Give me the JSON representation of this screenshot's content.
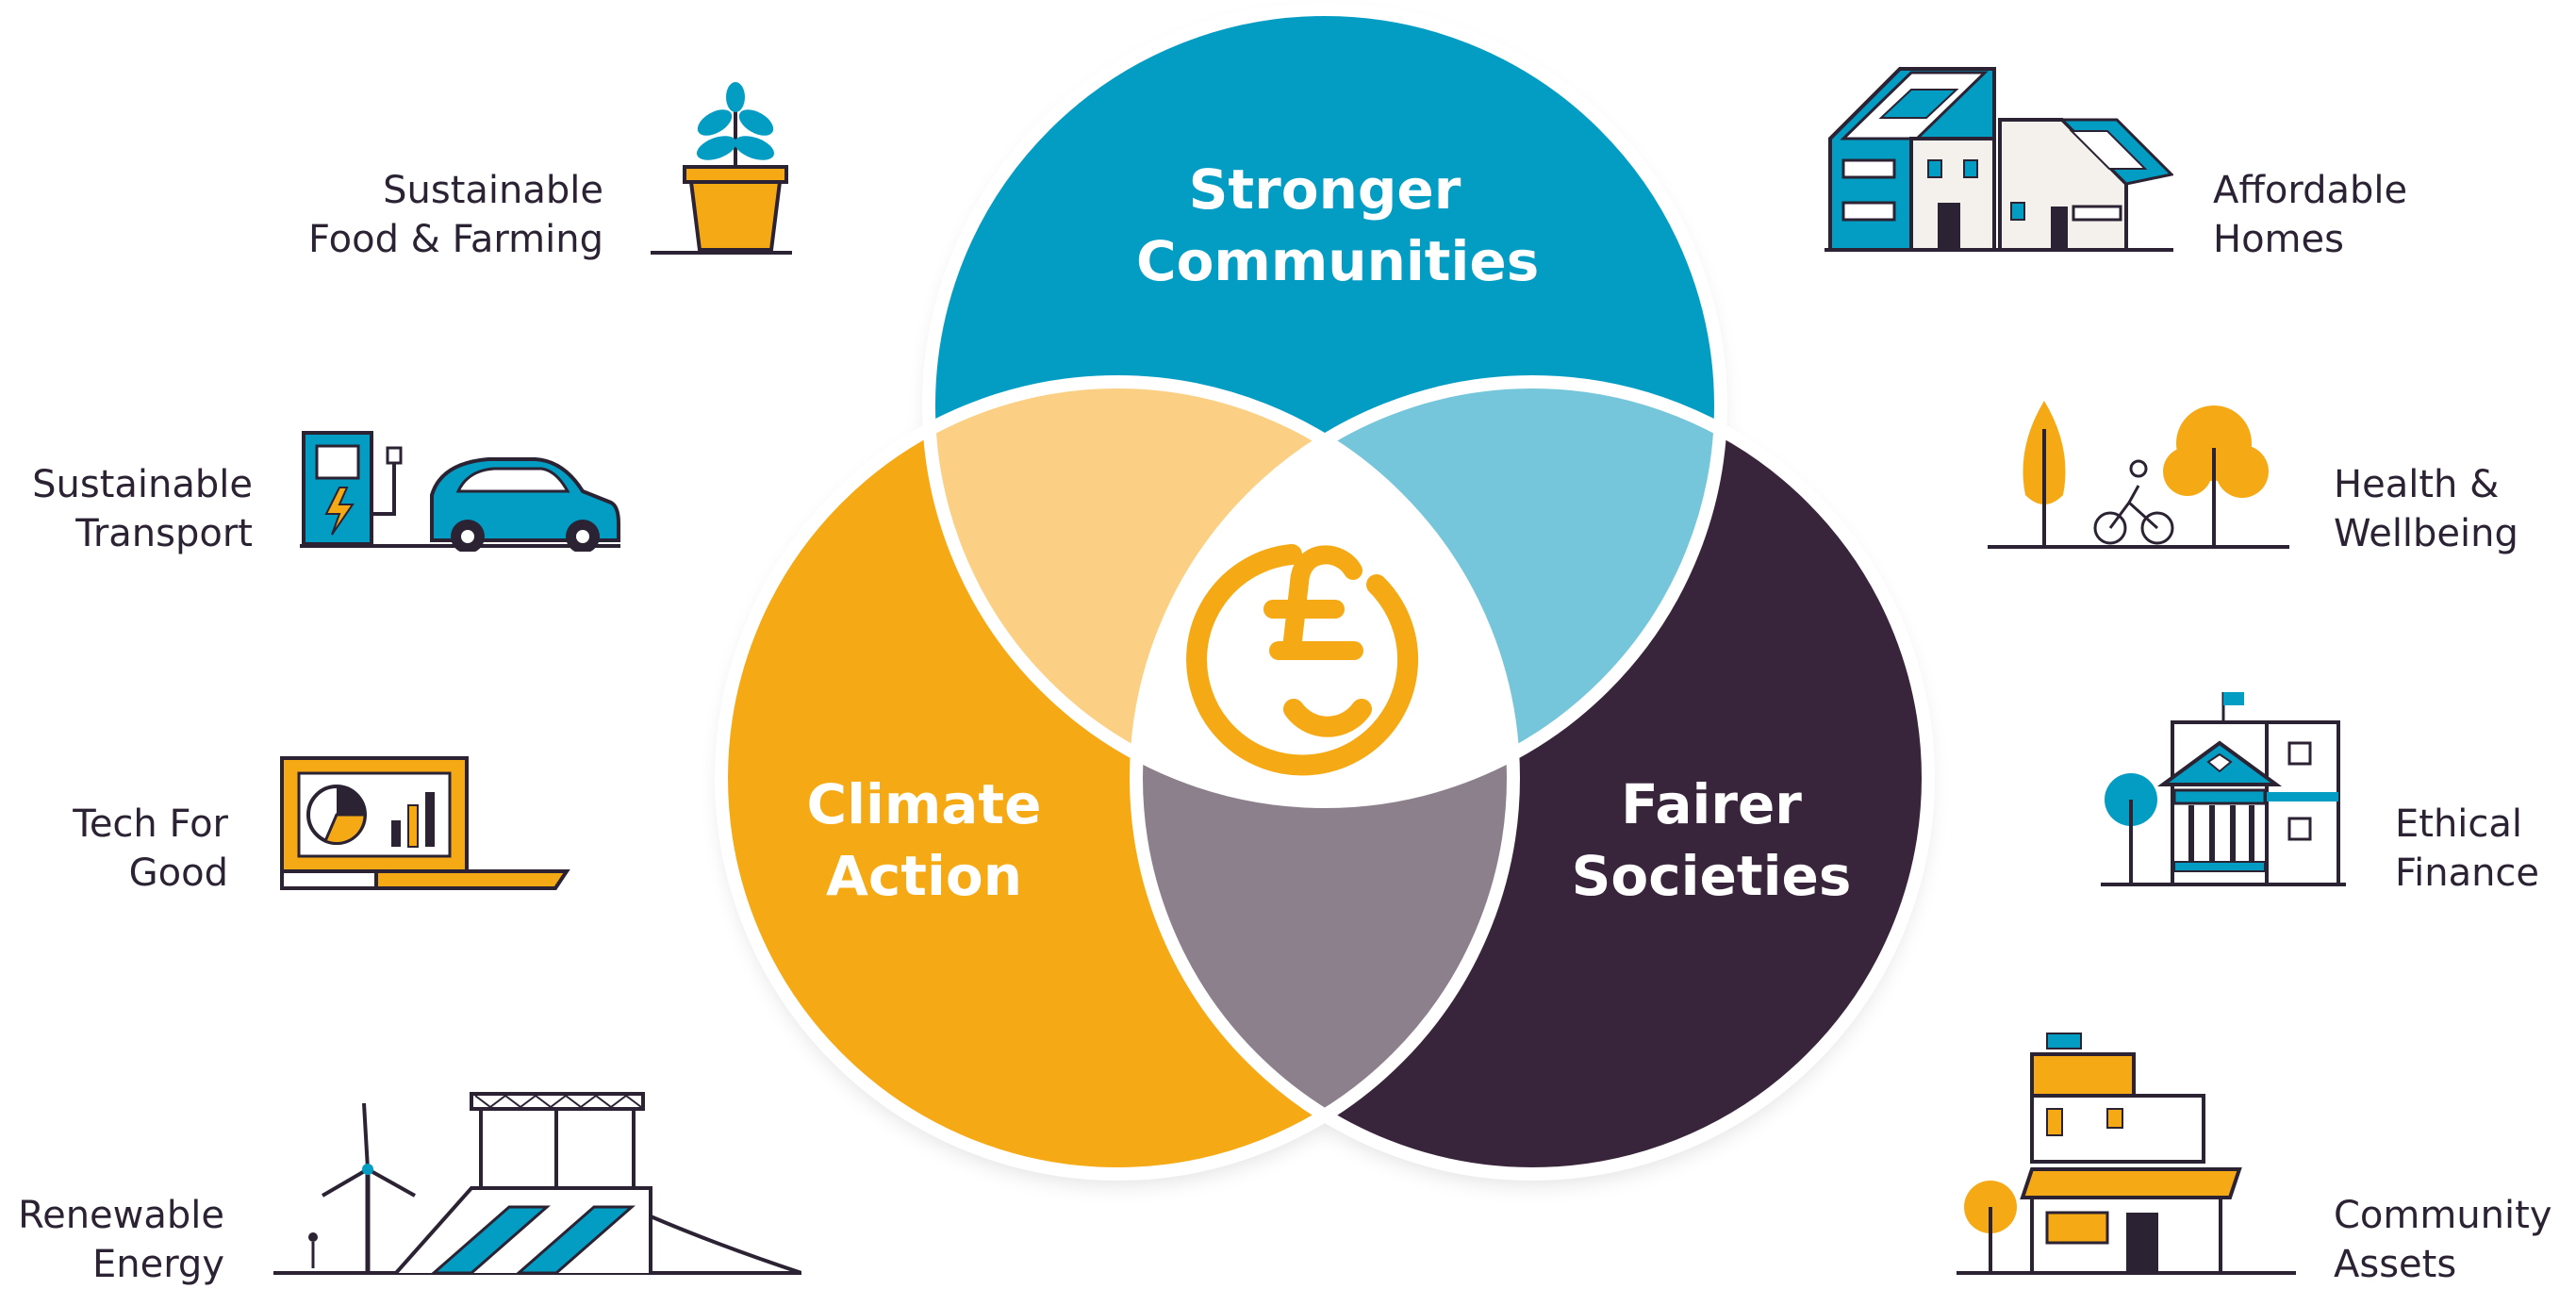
{
  "colors": {
    "stronger_communities": "#039dc4",
    "climate_action": "#f5aa15",
    "fairer_societies": "#39253b",
    "overlap_climate_stronger": "#fbd084",
    "overlap_stronger_fairer": "#76c6db",
    "overlap_climate_fairer": "#8c808c",
    "center": "#ffffff",
    "logo": "#f5aa15",
    "text": "#2b2233"
  },
  "venn": {
    "stronger_communities": {
      "line1": "Stronger",
      "line2": "Communities"
    },
    "climate_action": {
      "line1": "Climate",
      "line2": "Action"
    },
    "fairer_societies": {
      "line1": "Fairer",
      "line2": "Societies"
    },
    "center_icon": "pound-smile-logo"
  },
  "left_items": [
    {
      "line1": "Sustainable",
      "line2": "Food & Farming",
      "icon": "plant-pot-icon"
    },
    {
      "line1": "Sustainable",
      "line2": "Transport",
      "icon": "ev-charging-car-icon"
    },
    {
      "line1": "Tech For",
      "line2": "Good",
      "icon": "laptop-chart-icon"
    },
    {
      "line1": "Renewable",
      "line2": "Energy",
      "icon": "wind-hydro-energy-icon"
    }
  ],
  "right_items": [
    {
      "line1": "Affordable",
      "line2": "Homes",
      "icon": "solar-houses-icon"
    },
    {
      "line1": "Health &",
      "line2": "Wellbeing",
      "icon": "trees-cyclist-icon"
    },
    {
      "line1": "Ethical",
      "line2": "Finance",
      "icon": "bank-building-icon"
    },
    {
      "line1": "Community",
      "line2": "Assets",
      "icon": "community-shop-icon"
    }
  ]
}
